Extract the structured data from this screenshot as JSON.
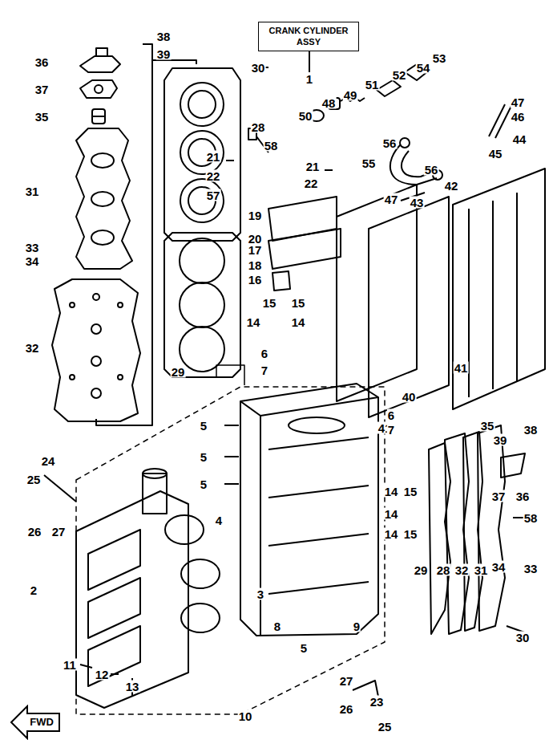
{
  "diagram": {
    "nodes": [
      {
        "text": [
          "CRANK CYLINDER ASSY"
        ]
      },
      {
        "text": [
          "FWD"
        ]
      }
    ],
    "labels": [
      "38",
      "36",
      "39",
      "30",
      "1",
      "53",
      "54",
      "52",
      "51",
      "49",
      "48",
      "50",
      "47",
      "46",
      "37",
      "35",
      "28",
      "56",
      "44",
      "58",
      "45",
      "21",
      "55",
      "21",
      "56",
      "22",
      "22",
      "42",
      "31",
      "57",
      "47",
      "43",
      "19",
      "20",
      "33",
      "34",
      "17",
      "18",
      "16",
      "15",
      "15",
      "14",
      "14",
      "32",
      "6",
      "7",
      "29",
      "41",
      "40",
      "5",
      "6",
      "41",
      "7",
      "35",
      "39",
      "38",
      "5",
      "25",
      "24",
      "5",
      "14",
      "15",
      "37",
      "36",
      "4",
      "14",
      "58",
      "14",
      "15",
      "26",
      "27",
      "29",
      "28",
      "32",
      "31",
      "34",
      "33",
      "2",
      "3",
      "8",
      "9",
      "5",
      "30",
      "11",
      "12",
      "27",
      "23",
      "13",
      "26",
      "10",
      "25"
    ]
  }
}
